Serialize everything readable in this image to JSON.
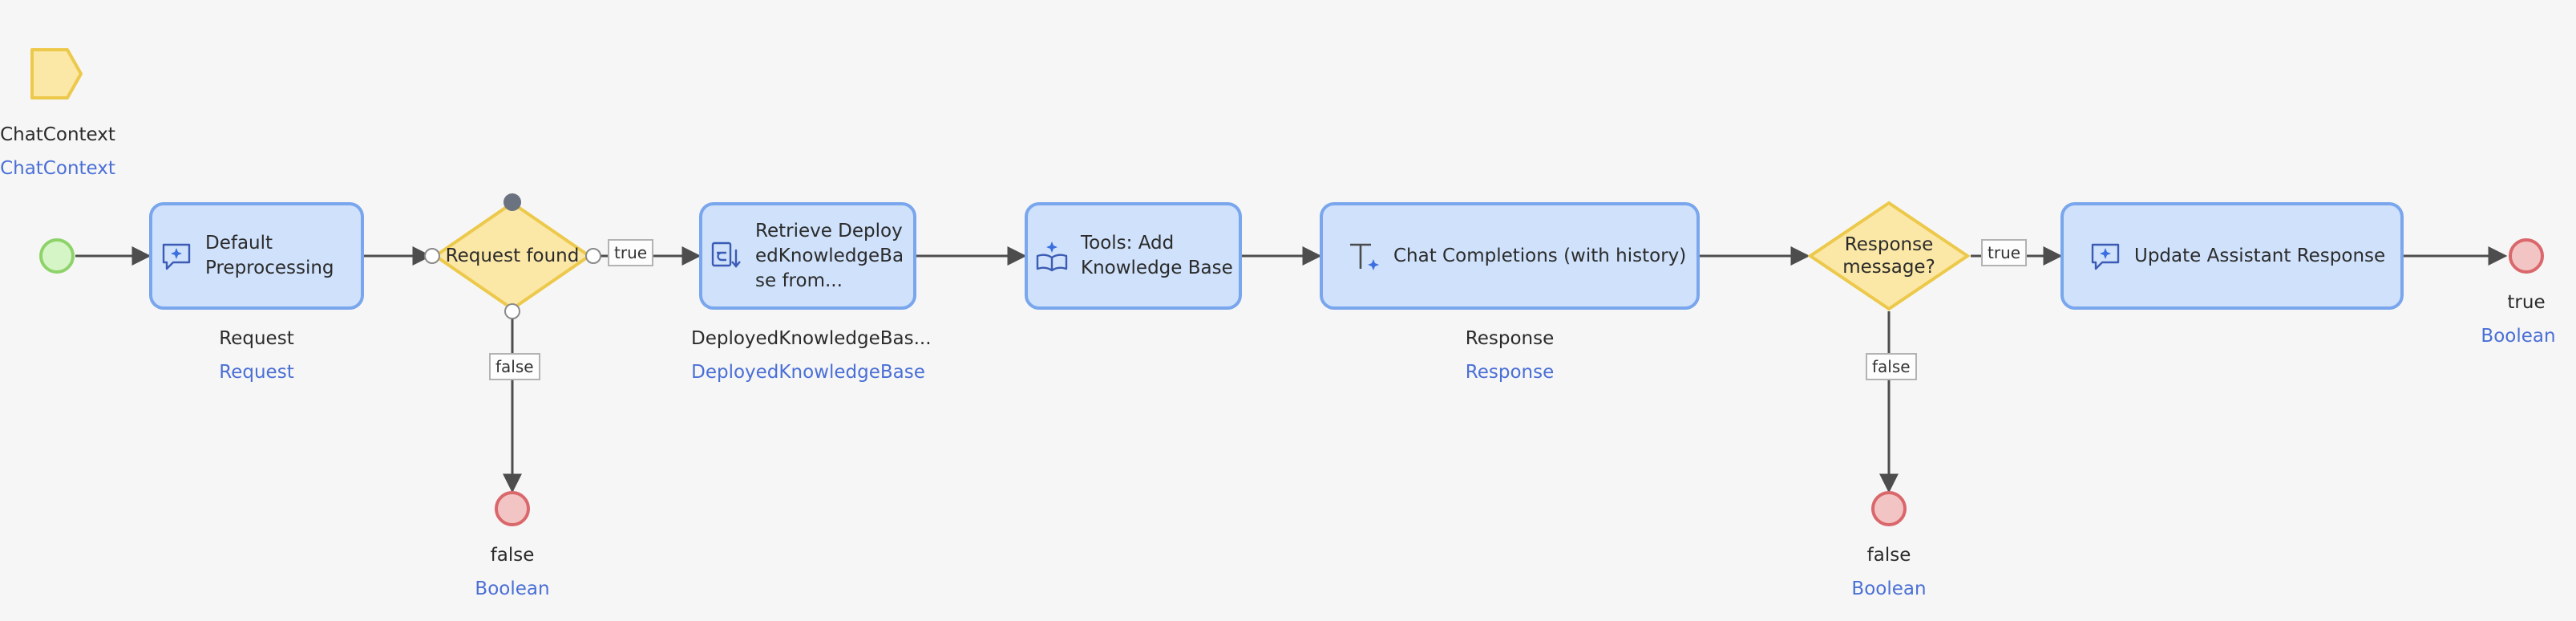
{
  "parameter": {
    "name": "ChatContext",
    "type": "ChatContext",
    "icon": "parameter-icon"
  },
  "actions": {
    "default_preprocessing": {
      "label": "Default Preprocessing",
      "icon": "chat-sparkle-icon",
      "output_name": "Request",
      "output_type": "Request"
    },
    "retrieve": {
      "label": "Retrieve DeployedKnowledgeBase from...",
      "icon": "retrieve-icon",
      "output_name": "DeployedKnowledgeBas...",
      "output_type": "DeployedKnowledgeBase"
    },
    "tools_add_kb": {
      "label": "Tools: Add Knowledge Base",
      "icon": "knowledge-book-icon"
    },
    "chat_completions": {
      "label": "Chat Completions (with history)",
      "icon": "text-sparkle-icon",
      "output_name": "Response",
      "output_type": "Response"
    },
    "update_assistant": {
      "label": "Update Assistant Response",
      "icon": "chat-sparkle-icon"
    }
  },
  "decisions": {
    "request_found": {
      "label": "Request found"
    },
    "response_message": {
      "label": "Response message?"
    }
  },
  "flows": {
    "true_label": "true",
    "false_label": "false"
  },
  "end_events": {
    "request_false": {
      "value": "false",
      "type": "Boolean"
    },
    "response_false": {
      "value": "false",
      "type": "Boolean"
    },
    "final_true": {
      "value": "true",
      "type": "Boolean"
    }
  },
  "colors": {
    "activity_fill": "#cfe1fb",
    "activity_border": "#79a6ec",
    "gateway_fill": "#fbe7a6",
    "gateway_border": "#ecc94b",
    "start_fill": "#d6f5c6",
    "start_border": "#8ed36a",
    "end_fill": "#f3c4c4",
    "end_border": "#d9676b",
    "connector": "#4d4d4d",
    "type_text": "#4a6fd6"
  }
}
